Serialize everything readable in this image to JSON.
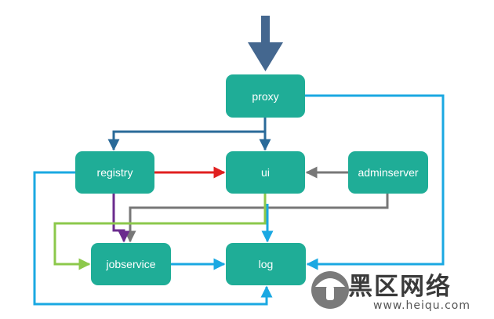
{
  "colors": {
    "node_fill": "#1fad97",
    "node_text": "#ffffff",
    "entry_arrow": "#44678f",
    "edge_dark_blue": "#2a6a99",
    "edge_light_blue": "#1aa8e2",
    "edge_red": "#e02020",
    "edge_gray": "#777777",
    "edge_purple": "#6b2c8e",
    "edge_green": "#8cc84b"
  },
  "nodes": {
    "proxy": "proxy",
    "registry": "registry",
    "ui": "ui",
    "adminserver": "adminserver",
    "jobservice": "jobservice",
    "log": "log"
  },
  "edges": [
    {
      "from": "entry",
      "to": "proxy",
      "color": "entry_arrow"
    },
    {
      "from": "proxy",
      "to": "ui",
      "color": "edge_dark_blue"
    },
    {
      "from": "proxy",
      "to": "registry",
      "color": "edge_dark_blue"
    },
    {
      "from": "proxy",
      "to": "log",
      "color": "edge_light_blue"
    },
    {
      "from": "registry",
      "to": "ui",
      "color": "edge_red"
    },
    {
      "from": "adminserver",
      "to": "ui",
      "color": "edge_gray"
    },
    {
      "from": "adminserver",
      "to": "jobservice",
      "color": "edge_gray"
    },
    {
      "from": "registry",
      "to": "jobservice",
      "color": "edge_purple"
    },
    {
      "from": "ui",
      "to": "jobservice",
      "color": "edge_green"
    },
    {
      "from": "ui",
      "to": "log",
      "color": "edge_light_blue"
    },
    {
      "from": "registry",
      "to": "log",
      "color": "edge_light_blue"
    },
    {
      "from": "jobservice",
      "to": "log",
      "color": "edge_light_blue"
    }
  ],
  "watermark": {
    "text_cn": "黑区网络",
    "url": "www.heiqu.com"
  }
}
